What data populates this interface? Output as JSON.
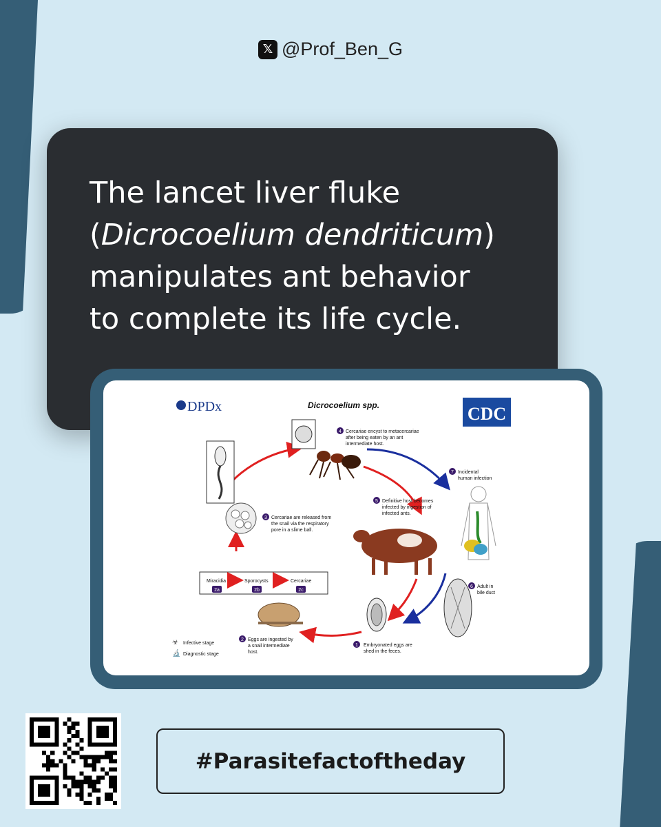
{
  "handle": {
    "icon": "x-logo-icon",
    "text": "@Prof_Ben_G"
  },
  "headline": {
    "line1": "The lancet liver fluke",
    "open_paren": "(",
    "species": "Dicrocoelium dendriticum",
    "close_paren": ")",
    "line3": "manipulates ant behavior",
    "line4": "to complete its life cycle."
  },
  "diagram": {
    "title": "Dicrocoelium spp.",
    "dpdx_logo": "DPDx",
    "cdc_logo": "CDC",
    "steps": {
      "s1_num": "1",
      "s1a": "Embryonated eggs are",
      "s1b": "shed in the feces.",
      "s2_num": "2",
      "s2a": "Eggs are ingested by",
      "s2b": "a snail intermediate",
      "s2c": "host.",
      "s3_num": "3",
      "s3a": "Cercariae are released from",
      "s3b": "the snail via the respiratory",
      "s3c": "pore in a slime ball.",
      "s4_num": "4",
      "s4a": "Cercariae encyst to metacercariae",
      "s4b": "after being eaten by an ant",
      "s4c": "intermediate host.",
      "s5_num": "5",
      "s5a": "Definitive host becomes",
      "s5b": "infected by ingestion of",
      "s5c": "infected ants.",
      "s6_num": "6",
      "s6a": "Adult in",
      "s6b": "bile duct",
      "s7_num": "7",
      "s7a": "Incidental",
      "s7b": "human infection"
    },
    "snail_stages": {
      "miracidia": "Miracidia",
      "sporocysts": "Sporocysts",
      "cercariae": "Cercariae",
      "m2a": "2a",
      "m2b": "2b",
      "m2c": "2c"
    },
    "legend": {
      "infective": "Infective stage",
      "diagnostic": "Diagnostic stage"
    }
  },
  "hashtag": "#Parasitefactoftheday",
  "colors": {
    "background": "#d3e9f3",
    "dark_card": "#2a2d31",
    "frame": "#355e76",
    "red_arrow": "#e02020",
    "blue_arrow": "#1a2f9e"
  }
}
